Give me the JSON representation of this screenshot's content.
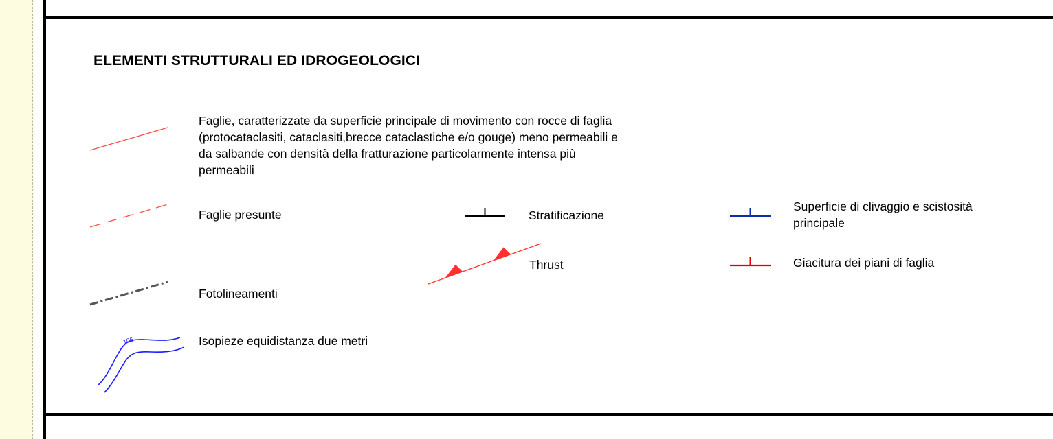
{
  "legend": {
    "title": "ELEMENTI STRUTTURALI ED IDROGEOLOGICI",
    "items": {
      "faglie": {
        "line1": "Faglie, caratterizzate da superficie principale di movimento con rocce di faglia",
        "line2": "(protocataclasiti, cataclasiti,brecce cataclastiche e/o gouge) meno permeabili e",
        "line3": "da salbande con densità della fratturazione particolarmente intensa più",
        "line4": "permeabili",
        "symbol": "solid-red-line"
      },
      "faglie_presunte": {
        "label": "Faglie presunte",
        "symbol": "dashed-red-line"
      },
      "fotolineamenti": {
        "label": "Fotolineamenti",
        "symbol": "dash-dot-gray-line"
      },
      "isopieze": {
        "label": "Isopieze equidistanza due metri",
        "contour_value": "106",
        "symbol": "blue-contour-lines"
      },
      "stratificazione": {
        "label": "Stratificazione",
        "symbol": "black-bedding-tick"
      },
      "thrust": {
        "label": "Thrust",
        "symbol": "red-thrust-line-with-triangles"
      },
      "clivaggio": {
        "line1": "Superficie di clivaggio e scistosità",
        "line2": "principale",
        "symbol": "blue-cleavage-tick"
      },
      "giacitura_faglia": {
        "label": "Giacitura dei piani di faglia",
        "symbol": "red-fault-plane-tick"
      }
    }
  },
  "colors": {
    "fault_red": "#ff4a4a",
    "thrust_red": "#ff3030",
    "fault_plane_red": "#e00000",
    "photolineament_gray": "#555555",
    "isopieze_blue": "#1a1aff",
    "cleavage_blue": "#0b2fa8",
    "bedding_black": "#000000",
    "side_strip": "#fdfce0"
  }
}
